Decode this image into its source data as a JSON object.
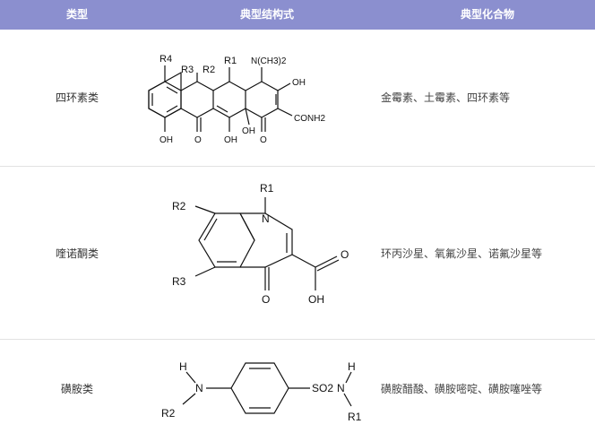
{
  "header": {
    "col1": "类型",
    "col2": "典型结构式",
    "col3": "典型化合物"
  },
  "rows": [
    {
      "category": "四环素类",
      "compounds": "金霉素、土霉素、四环素等",
      "structure_labels": [
        "R4",
        "R3",
        "R2",
        "R1",
        "N(CH3)2",
        "OH",
        "OH",
        "O",
        "OH",
        "OH",
        "O",
        "CONH2"
      ]
    },
    {
      "category": "喹诺酮类",
      "compounds": "环丙沙星、氧氟沙星、诺氟沙星等",
      "structure_labels": [
        "R1",
        "N",
        "R2",
        "R3",
        "O",
        "O",
        "OH"
      ]
    },
    {
      "category": "磺胺类",
      "compounds": "磺胺醋酸、磺胺嘧啶、磺胺噻唑等",
      "structure_labels": [
        "H",
        "N",
        "R2",
        "SO2",
        "N",
        "H",
        "R1"
      ]
    }
  ]
}
